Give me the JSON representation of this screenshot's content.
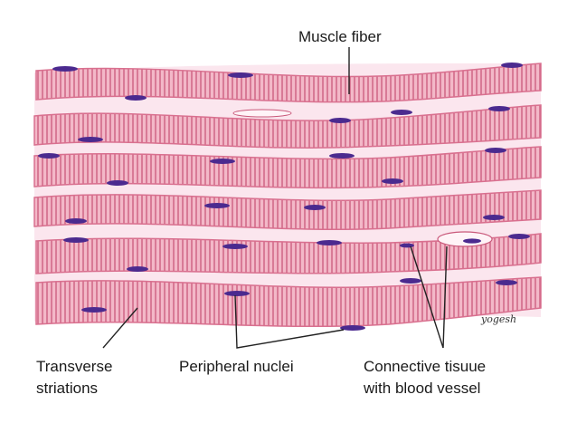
{
  "diagram": {
    "labels": {
      "muscle_fiber": "Muscle fiber",
      "striations_line1": "Transverse",
      "striations_line2": "striations",
      "nuclei": "Peripheral nuclei",
      "connective_line1": "Connective tisuue",
      "connective_line2": "with blood vessel"
    },
    "signature": "yogesh",
    "colors": {
      "fiber_fill": "#f3b8c8",
      "fiber_edge": "#d9708f",
      "striation": "#c9587a",
      "nucleus": "#4b2a8f",
      "connective": "#fbe6ee",
      "background": "#ffffff"
    },
    "fiber_count": 6
  }
}
